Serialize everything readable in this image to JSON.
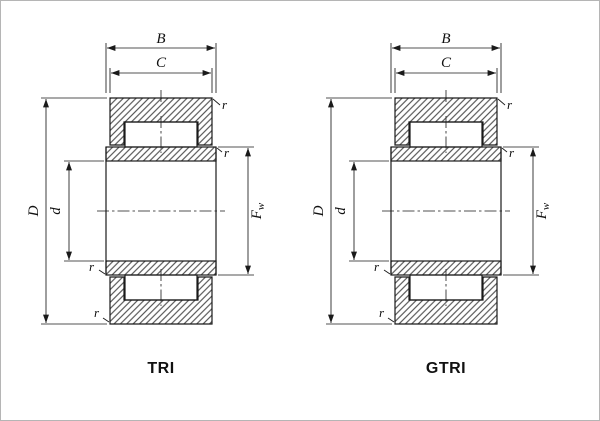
{
  "figure": {
    "background": "#ffffff",
    "line_color": "#1a1a1a",
    "hatch_color": "#3a3a3a",
    "border_color": "#b5b5b5"
  },
  "labels": {
    "overall_width": "B",
    "outer_ring_width": "C",
    "outer_diameter": "D",
    "bore_diameter": "d",
    "F": "F",
    "w": "w",
    "chamfer": "r"
  },
  "captions": {
    "left": "TRI",
    "right": "GTRI"
  }
}
